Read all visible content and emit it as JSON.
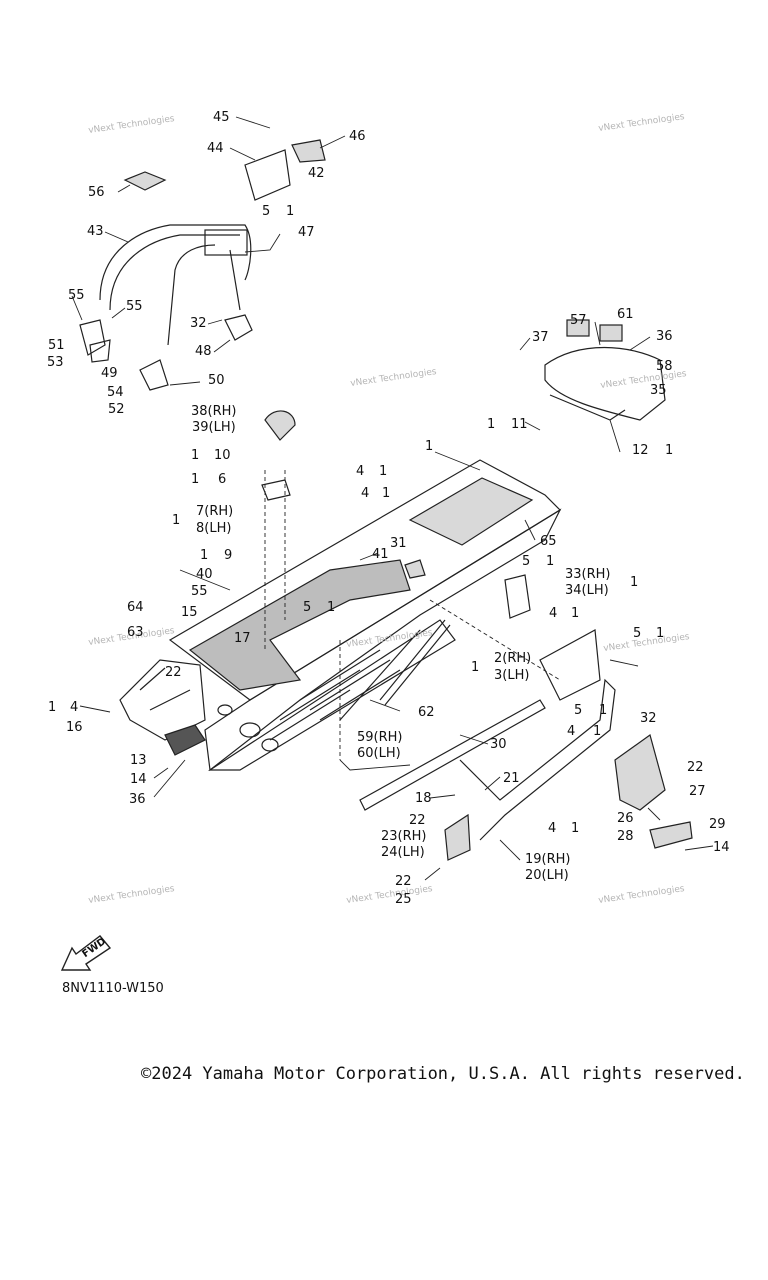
{
  "diagram_code": "8NV1110-W150",
  "copyright": "©2024 Yamaha Motor Corporation, U.S.A. All rights reserved.",
  "watermark": "vNext Technologies",
  "fwd_label": "FWD",
  "callouts": {
    "c1": "1",
    "c4": "4",
    "c5": "5",
    "c6": "6",
    "c9": "9",
    "c10": "10",
    "c11": "11",
    "c12": "12",
    "c13": "13",
    "c14": "14",
    "c15": "15",
    "c16": "16",
    "c17": "17",
    "c18": "18",
    "c19": "19(RH)",
    "c20": "20(LH)",
    "c21": "21",
    "c22": "22",
    "c23": "23(RH)",
    "c24": "24(LH)",
    "c25": "25",
    "c26": "26",
    "c27": "27",
    "c28": "28",
    "c29": "29",
    "c30": "30",
    "c31": "31",
    "c32": "32",
    "c33": "33(RH)",
    "c34": "34(LH)",
    "c35": "35",
    "c36": "36",
    "c37": "37",
    "c38": "38(RH)",
    "c39": "39(LH)",
    "c40": "40",
    "c41": "41",
    "c42": "42",
    "c43": "43",
    "c44": "44",
    "c45": "45",
    "c46": "46",
    "c47": "47",
    "c48": "48",
    "c49": "49",
    "c50": "50",
    "c51": "51",
    "c52": "52",
    "c53": "53",
    "c54": "54",
    "c55": "55",
    "c56": "56",
    "c57": "57",
    "c58": "58",
    "c59": "59(RH)",
    "c60": "60(LH)",
    "c61": "61",
    "c62": "62",
    "c63": "63",
    "c64": "64",
    "c65": "65",
    "c2": "2(RH)",
    "c3": "3(LH)",
    "c7": "7(RH)",
    "c8": "8(LH)"
  }
}
